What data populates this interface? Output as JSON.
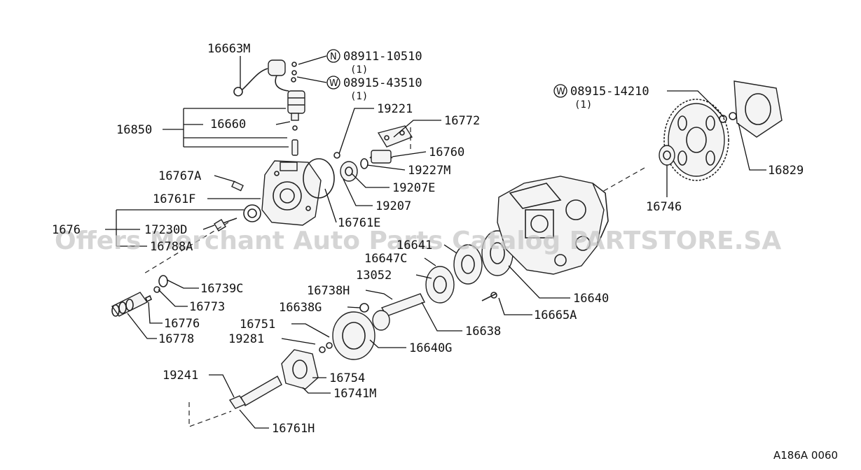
{
  "labels": {
    "p16663M": "16663M",
    "p08911": "08911-10510",
    "p08911_qty": "(1)",
    "p08915a": "08915-43510",
    "p08915a_qty": "(1)",
    "p08915b": "08915-14210",
    "p08915b_qty": "(1)",
    "p16850": "16850",
    "p16660": "16660",
    "p19221": "19221",
    "p16772": "16772",
    "p16760": "16760",
    "p19227M": "19227M",
    "p19207E": "19207E",
    "p19207": "19207",
    "p16767A": "16767A",
    "p16761F": "16761F",
    "p16761E": "16761E",
    "p1676x": "1676",
    "p17230D": "17230D",
    "p16788A": "16788A",
    "p16829": "16829",
    "p16746": "16746",
    "p16641": "16641",
    "p16647C": "16647C",
    "p13052": "13052",
    "p16738H": "16738H",
    "p16638G": "16638G",
    "p16751": "16751",
    "p19281": "19281",
    "p16640": "16640",
    "p16665A": "16665A",
    "p16638": "16638",
    "p16640G": "16640G",
    "p16739C": "16739C",
    "p16773": "16773",
    "p16776": "16776",
    "p16778": "16778",
    "p16754": "16754",
    "p16741M": "16741M",
    "p19241": "19241",
    "p16761H": "16761H"
  },
  "markers": {
    "n": "N",
    "w": "W"
  },
  "watermark": "Offers Merchant Auto Parts Catalog PARTSTORE.SA",
  "figure_ref": "A186A 0060"
}
